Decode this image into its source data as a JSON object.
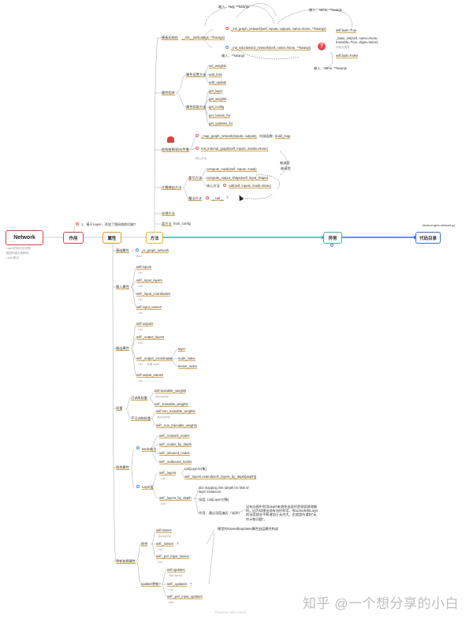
{
  "root": {
    "label": "Network",
    "notes": [
      "Layer的有向无环图",
      "模型构建为图网络",
      "Layer集合"
    ]
  },
  "branches": {
    "zuoyong": "作用",
    "shuxing": "属性",
    "fangfa": "方法",
    "yichang": "异常",
    "mulu": "代码目录"
  },
  "top_note": "1、基于Layer，添加了图网络的功能?",
  "code_path": "keras.engine.network.py",
  "methods": {
    "init_group": "模板初始化",
    "init_sig": "__init__(self, *args, **kwargs)",
    "graph_net": "_init_graph_network(self, inputs, outputs, name=None, **kwargs)",
    "subclassed_net": "_init_subclassed_network(self, name=None, **kwargs)",
    "arg_top": "输入：*arg, **kwargs",
    "arg_name": "输入：name, **kwargs",
    "self_built_true": "self.built=True",
    "base_init": "_base_init(self, name=None, trainable=True, dtype=None)",
    "base_init_note": "初始化属性",
    "self_built_false": "self.built=False",
    "arg_bottom_a": "输入：**kwargs",
    "arg_bottom_b": "输入：name, **kwargs",
    "attr_group": "属性相关",
    "set_group": "属性设置方法",
    "set_items": [
      "set_weights",
      "add_loss",
      "add_update"
    ],
    "get_group": "属性获取方法",
    "get_items": [
      "get_layer",
      "get_weights",
      "get_config",
      "get_losses_for",
      "get_updates_for"
    ],
    "graph_group": "结构推断/前向传播",
    "map_graph": "_map_graph_network(inputs, outputs)",
    "inner_func": "内部函数：",
    "build_map": "build_map",
    "run_internal": "run_internal_graph(self, inputs, masks=None)",
    "core_method": "核心方法",
    "calc_group": "计算输出方法",
    "rewrite": "重写方法",
    "compute_mask": "compute_mask(self, inputs, mask)",
    "compute_shape": "compute_output_shape(self, input_shape)",
    "core_method2": "核心方法",
    "call_sig": "call(self, inputs, mask=None)",
    "call_mark": "被调用",
    "call_mark2": "被调用",
    "magic": "魔法方法",
    "dunder_call": "__call__",
    "dunder_note": "?",
    "save_group": "存储方法",
    "class_group": "类方法",
    "from_config": "from_config"
  },
  "attributes": {
    "basic": "基础属性",
    "is_graph": "_is_graph_network",
    "is_graph_t": "Bool",
    "input_group": "输入属性",
    "inputs": [
      {
        "name": "self.inputs",
        "type": "List"
      },
      {
        "name": "self._input_layers",
        "type": "List"
      },
      {
        "name": "self._input_coordinates",
        "type": "List"
      },
      {
        "name": "self.input_names",
        "type": "List"
      }
    ],
    "output_group": "输出属性",
    "outputs": [
      {
        "name": "self.outputs",
        "type": "List"
      },
      {
        "name": "self._output_layers",
        "type": "List"
      },
      {
        "name": "self._output_coordinates",
        "type": "List"
      },
      {
        "name": "self.output_names",
        "type": "List"
      }
    ],
    "coord_type": "元素 tuple",
    "coord_items": [
      "layer",
      "node_index",
      "tensor_index"
    ],
    "weights_group": "权重",
    "trainable_group": "可训练权重",
    "trainable": [
      {
        "name": "self.trainable_weights",
        "type": "@property"
      },
      {
        "name": "self._trainable_weights",
        "type": "List"
      }
    ],
    "nontrain_group": "不可训练权重",
    "nontrain": [
      {
        "name": "self.non_trainable_weights",
        "type": "@property"
      },
      {
        "name": "self._non_trainable_weights",
        "type": "List"
      }
    ],
    "struct_group": "结构属性",
    "node_group": "Node节点",
    "nodes": [
      "self._network_nodes",
      "self._nodes_by_depth",
      "self._inbound_nodes",
      "self._outbound_nodes"
    ],
    "layer_group": "Layer层",
    "layers": "self._layers",
    "layers_t": "List",
    "layers_list": "List[Layer对象]",
    "layers_ext": "self._layers.extend(self._layers_by_depth[depth])",
    "layers_depth": "self._layers_by_depth",
    "layers_depth_t": "Dict",
    "depth_desc": "dict mapping ints (depth) to lists of layer instances.",
    "depth_val": "深度: List[Layer对象]",
    "depth_role": "作用：通过深度遍历『成环』",
    "depth_note": "没有向图中利用depth来避免出现环是很容易理解的。因为如果出现有向环的话，那么Node和Layer的深度就会不断增加于无穷大。也就是所谓的\"无穷计数问题\"。",
    "update_group": "更新依赖属性",
    "loss_group": "损失",
    "losses": [
      {
        "name": "self.losses",
        "type": "@property"
      },
      {
        "name": "self._losses",
        "type": "List"
      },
      {
        "name": "self._per_input_losses",
        "type": "Dict"
      }
    ],
    "losses_mark": "?",
    "model_note": "模型的losses和updates属性由层属性构成",
    "updates_group": "update/更新?",
    "updates": [
      {
        "name": "self.updates",
        "type": "@property"
      },
      {
        "name": "self._updates",
        "type": "List"
      },
      {
        "name": "self._per_input_updates",
        "type": "Dict"
      }
    ],
    "updates_mark": "?"
  },
  "footer": {
    "credit": "Powered with xmind",
    "watermark": "知乎 @一个想分享的小白"
  }
}
